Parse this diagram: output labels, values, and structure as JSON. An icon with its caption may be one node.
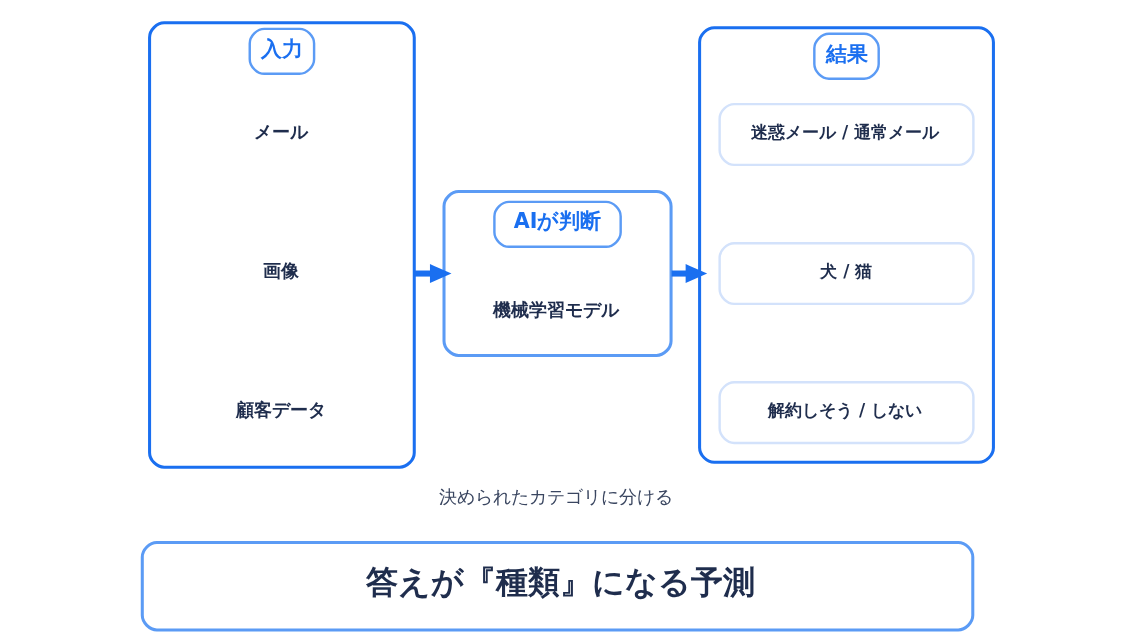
{
  "diagram": {
    "nodes": [
      {
        "text": [
          "入力"
        ]
      },
      {
        "text": [
          "メール"
        ],
        "in": 0
      },
      {
        "text": [
          "画像"
        ],
        "in": 0
      },
      {
        "text": [
          "顧客データ"
        ],
        "in": 0
      },
      {
        "text": [
          "AIが判断",
          "機械学習モデル"
        ]
      },
      {
        "text": [
          "結果"
        ]
      },
      {
        "text": [
          "迷惑メール / 通常メール"
        ],
        "in": 5
      },
      {
        "text": [
          "犬 / 猫"
        ],
        "in": 5
      },
      {
        "text": [
          "解約しそう / しない"
        ],
        "in": 5
      },
      {
        "text": [
          "答えが『種類』になる予測"
        ]
      }
    ],
    "edges": [
      {
        "from": 0,
        "to": 4,
        "arrow": "to"
      },
      {
        "from": 4,
        "to": 5,
        "arrow": "to"
      }
    ],
    "labels": [
      "決められたカテゴリに分ける"
    ]
  }
}
